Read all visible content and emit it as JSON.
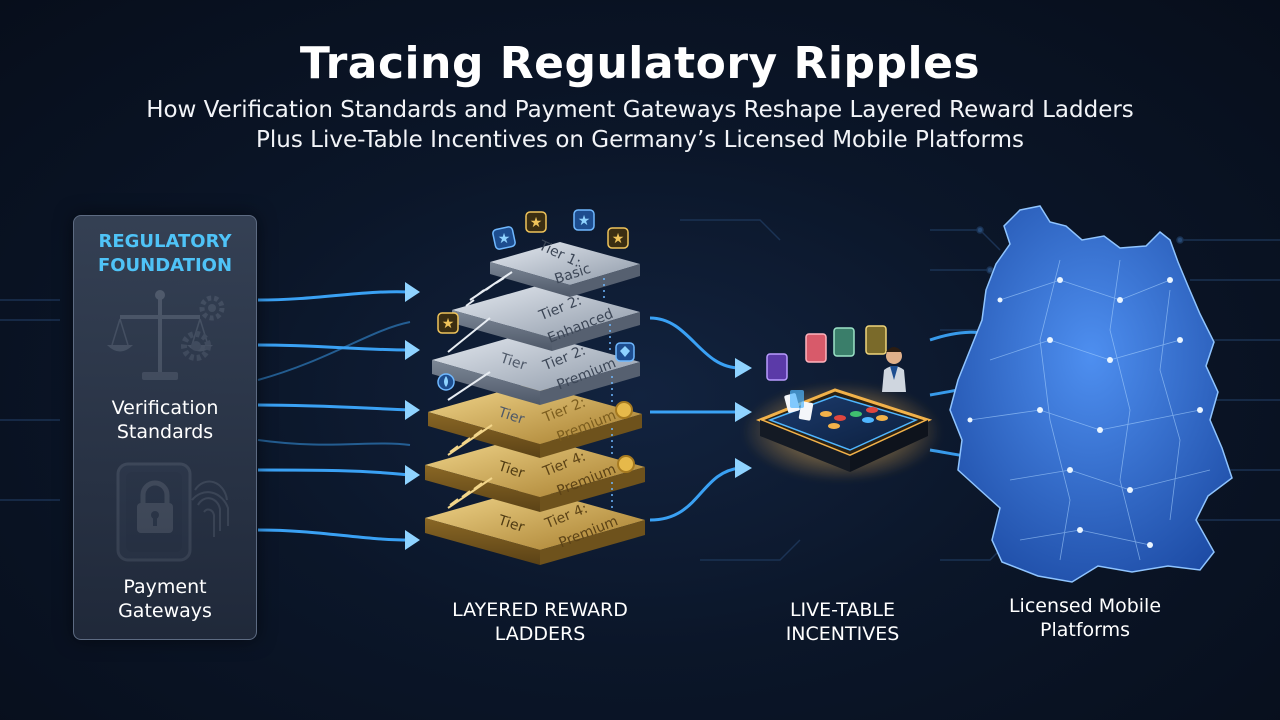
{
  "header": {
    "title": "Tracing Regulatory Ripples",
    "subtitle_line1": "How Verification Standards and Payment Gateways Reshape Layered Reward Ladders",
    "subtitle_line2": "Plus Live-Table Incentives on Germany’s Licensed Mobile Platforms"
  },
  "foundation": {
    "title": "REGULATORY\nFOUNDATION",
    "items": [
      {
        "label": "Verification\nStandards",
        "icon": "scales-gear-icon"
      },
      {
        "label": "Payment\nGateways",
        "icon": "lock-fingerprint-icon"
      }
    ]
  },
  "ladder": {
    "caption": "LAYERED REWARD\nLADDERS",
    "tiers": [
      {
        "line1": "Tier 1:",
        "line2": "Basic",
        "style": "silver"
      },
      {
        "line1": "Tier 2:",
        "line2": "Enhanced",
        "style": "silver"
      },
      {
        "line1": "Tier 2:",
        "line2": "Premium",
        "style": "silver"
      },
      {
        "line1": "Tier 2:",
        "line2": "Premium",
        "style": "gold"
      },
      {
        "line1": "Tier 4:",
        "line2": "Premium",
        "style": "gold"
      },
      {
        "line1": "Tier 4:",
        "line2": "Premium",
        "style": "gold"
      }
    ],
    "side_label": "Tier"
  },
  "live_table": {
    "caption": "LIVE-TABLE\nINCENTIVES"
  },
  "mobile": {
    "caption": "Licensed Mobile\nPlatforms"
  },
  "colors": {
    "accent": "#4fc3f7",
    "flow": "#3da9ff",
    "gold": "#c9a54a",
    "silver": "#b9c3d0",
    "map": "#2f6fd6"
  }
}
